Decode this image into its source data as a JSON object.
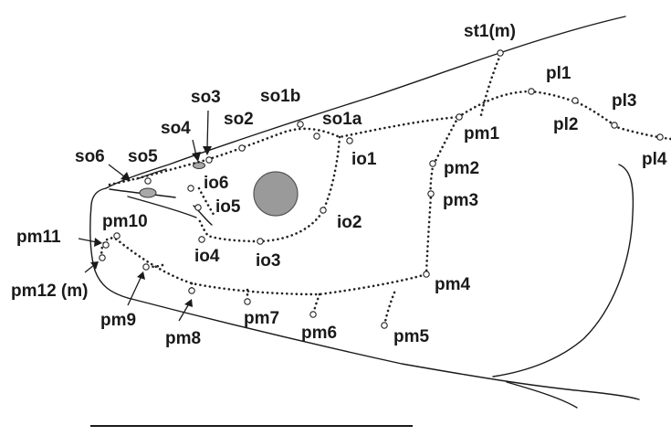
{
  "colors": {
    "line": "#1a1a1a",
    "eye_fill": "#9a9a9a",
    "nostril_fill": "#a8a8a8",
    "background": "#ffffff"
  },
  "labels": {
    "st1": "st1(m)",
    "pl1": "pl1",
    "pl2": "pl2",
    "pl3": "pl3",
    "pl4": "pl4",
    "so1a": "so1a",
    "so1b": "so1b",
    "so2": "so2",
    "so3": "so3",
    "so4": "so4",
    "so5": "so5",
    "so6": "so6",
    "io1": "io1",
    "io2": "io2",
    "io3": "io3",
    "io4": "io4",
    "io5": "io5",
    "io6": "io6",
    "pm1": "pm1",
    "pm2": "pm2",
    "pm3": "pm3",
    "pm4": "pm4",
    "pm5": "pm5",
    "pm6": "pm6",
    "pm7": "pm7",
    "pm8": "pm8",
    "pm9": "pm9",
    "pm10": "pm10",
    "pm11": "pm11",
    "pm12": "pm12 (m)"
  }
}
